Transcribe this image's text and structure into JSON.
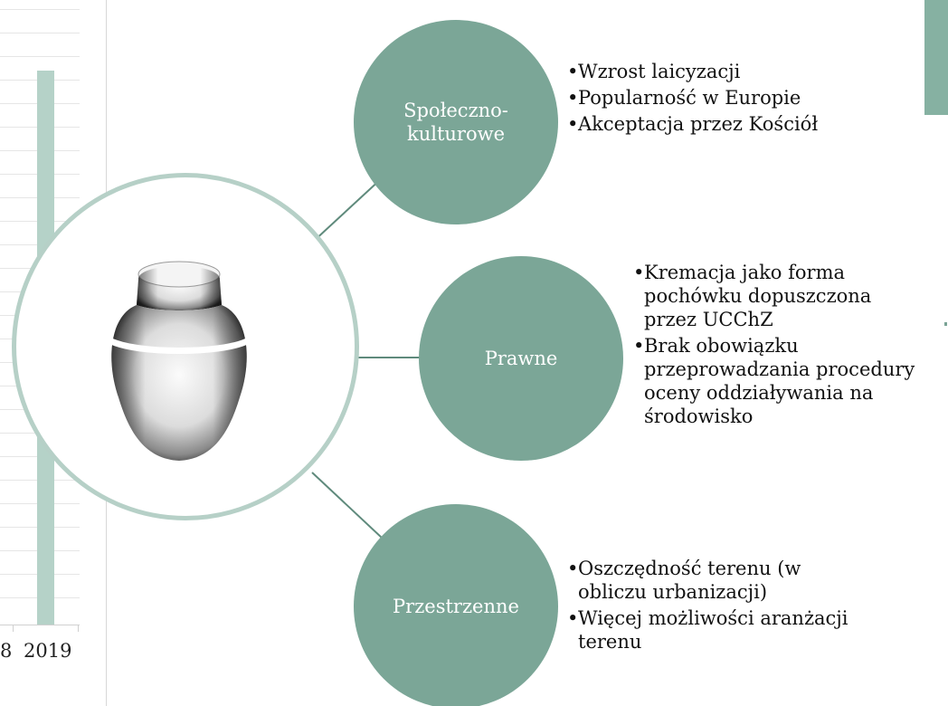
{
  "chart": {
    "year_labels": [
      "8",
      "2019"
    ]
  },
  "chart_data": {
    "type": "bar",
    "categories": [
      "2019"
    ],
    "values": [
      null
    ],
    "title": "",
    "xlabel": "",
    "ylabel": "",
    "grid": true
  },
  "diagram": {
    "center": {
      "icon": "urn-icon"
    },
    "categories": [
      {
        "label": "Społeczno-\nkulturowe",
        "bullets": [
          "Wzrost laicyzacji",
          "Popularność w Europie",
          "Akceptacja przez Kościół"
        ]
      },
      {
        "label": "Prawne",
        "bullets": [
          "Kremacja jako forma pochówku dopuszczona przez UCChZ",
          "Brak obowiązku przeprowadzania procedury oceny oddziaływania na środowisko"
        ]
      },
      {
        "label": "Przestrzenne",
        "bullets": [
          "Oszczędność terenu (w obliczu urbanizacji)",
          "Więcej możliwości aranżacji terenu"
        ]
      }
    ]
  },
  "colors": {
    "circle_fill": "#7ba697",
    "center_ring": "#b6d0c7",
    "bar": "#b5d2c8",
    "accent": "#86b1a2",
    "connector": "#5f8a7c"
  }
}
